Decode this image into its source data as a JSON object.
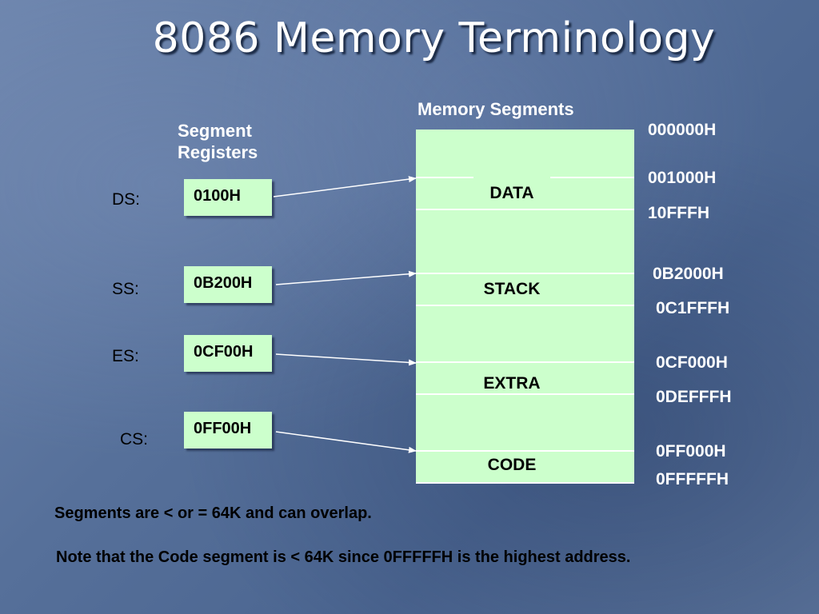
{
  "slide": {
    "title": "8086 Memory Terminology",
    "memory_title": "Memory Segments",
    "registers_title_line1": "Segment",
    "registers_title_line2": "Registers"
  },
  "registers": [
    {
      "name": "DS:",
      "value": "0100H"
    },
    {
      "name": "SS:",
      "value": "0B200H"
    },
    {
      "name": "ES:",
      "value": "0CF00H"
    },
    {
      "name": "CS:",
      "value": "0FF00H"
    }
  ],
  "segments": [
    {
      "label": "DATA"
    },
    {
      "label": "STACK"
    },
    {
      "label": "EXTRA"
    },
    {
      "label": "CODE"
    }
  ],
  "addresses": [
    "000000H",
    "001000H",
    "10FFFH",
    "0B2000H",
    "0C1FFFH",
    "0CF000H",
    "0DEFFFH",
    "0FF000H",
    "0FFFFFH"
  ],
  "notes": {
    "overlap": "Segments are < or = 64K and can overlap.",
    "code_note": "Note that the Code segment is < 64K since 0FFFFFH is the highest address."
  },
  "colors": {
    "segment_fill": "#ccffcc",
    "background": "#56709a",
    "text_light": "#ffffff"
  }
}
